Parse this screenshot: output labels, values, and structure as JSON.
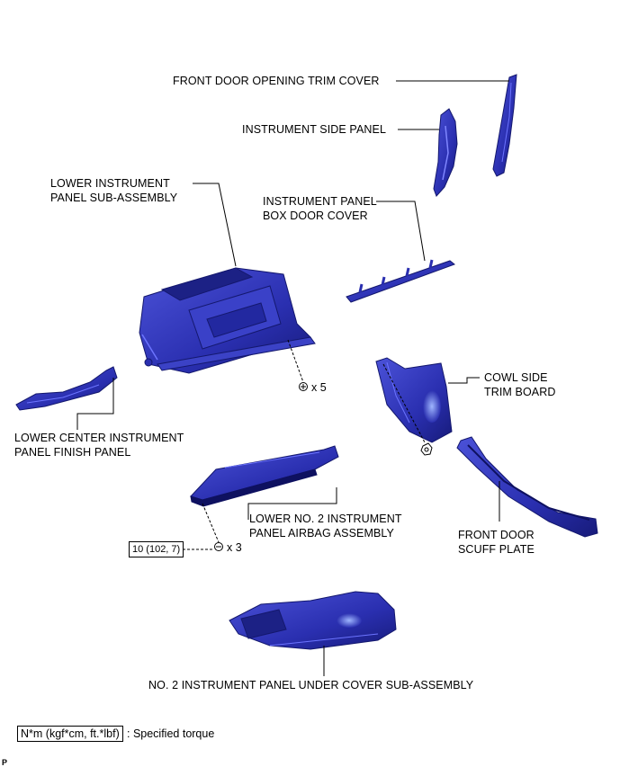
{
  "labels": {
    "front_door_opening_trim_cover": "FRONT DOOR OPENING TRIM COVER",
    "instrument_side_panel": "INSTRUMENT SIDE PANEL",
    "lower_instrument_panel_line1": "LOWER INSTRUMENT",
    "lower_instrument_panel_line2": "PANEL SUB-ASSEMBLY",
    "box_door_cover_line1": "INSTRUMENT PANEL",
    "box_door_cover_line2": "BOX DOOR COVER",
    "cowl_side_line1": "COWL SIDE",
    "cowl_side_line2": "TRIM BOARD",
    "lower_center_line1": "LOWER CENTER INSTRUMENT",
    "lower_center_line2": "PANEL FINISH PANEL",
    "airbag_line1": "LOWER NO. 2 INSTRUMENT",
    "airbag_line2": "PANEL AIRBAG ASSEMBLY",
    "scuff_line1": "FRONT DOOR",
    "scuff_line2": "SCUFF PLATE",
    "under_cover": "NO. 2 INSTRUMENT PANEL UNDER COVER SUB-ASSEMBLY"
  },
  "fasteners": {
    "lower_panel_qty": "x 5",
    "airbag_qty": "x 3",
    "airbag_torque": "10 (102, 7)"
  },
  "legend": {
    "unit": "N*m (kgf*cm, ft.*lbf)",
    "description": ": Specified torque"
  },
  "corner_mark": "P",
  "colors": {
    "part_fill": "#2a2fb0",
    "part_dark": "#14186e",
    "part_light": "#5b63e6",
    "line": "#000000"
  }
}
